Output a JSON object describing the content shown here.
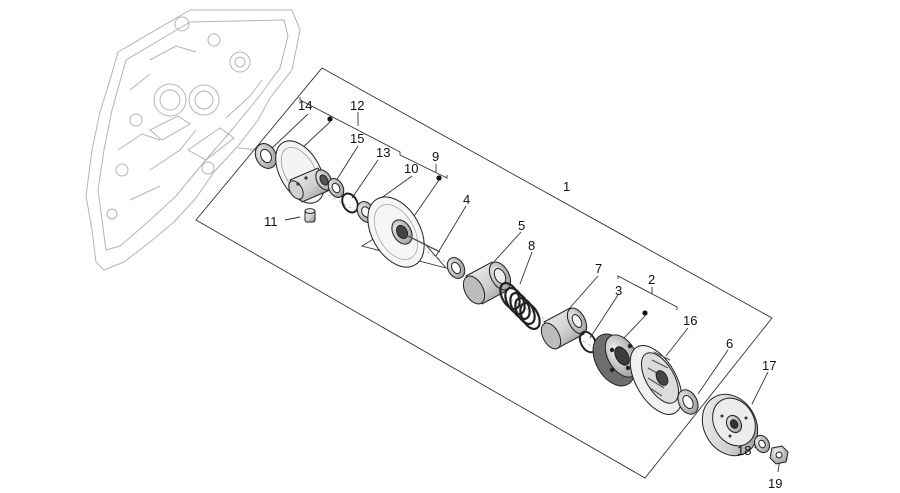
{
  "callouts": {
    "c1": "1",
    "c2": "2",
    "c3": "3",
    "c4": "4",
    "c5": "5",
    "c6": "6",
    "c7": "7",
    "c8": "8",
    "c9": "9",
    "c10": "10",
    "c11": "11",
    "c12": "12",
    "c13": "13",
    "c14": "14",
    "c15": "15",
    "c16": "16",
    "c17": "17",
    "c18": "18",
    "c19": "19"
  },
  "colors": {
    "line": "#333333",
    "ghost": "#b4b4b4",
    "metal_light": "#e6e6e6",
    "metal_dark": "#8c8c8c"
  }
}
